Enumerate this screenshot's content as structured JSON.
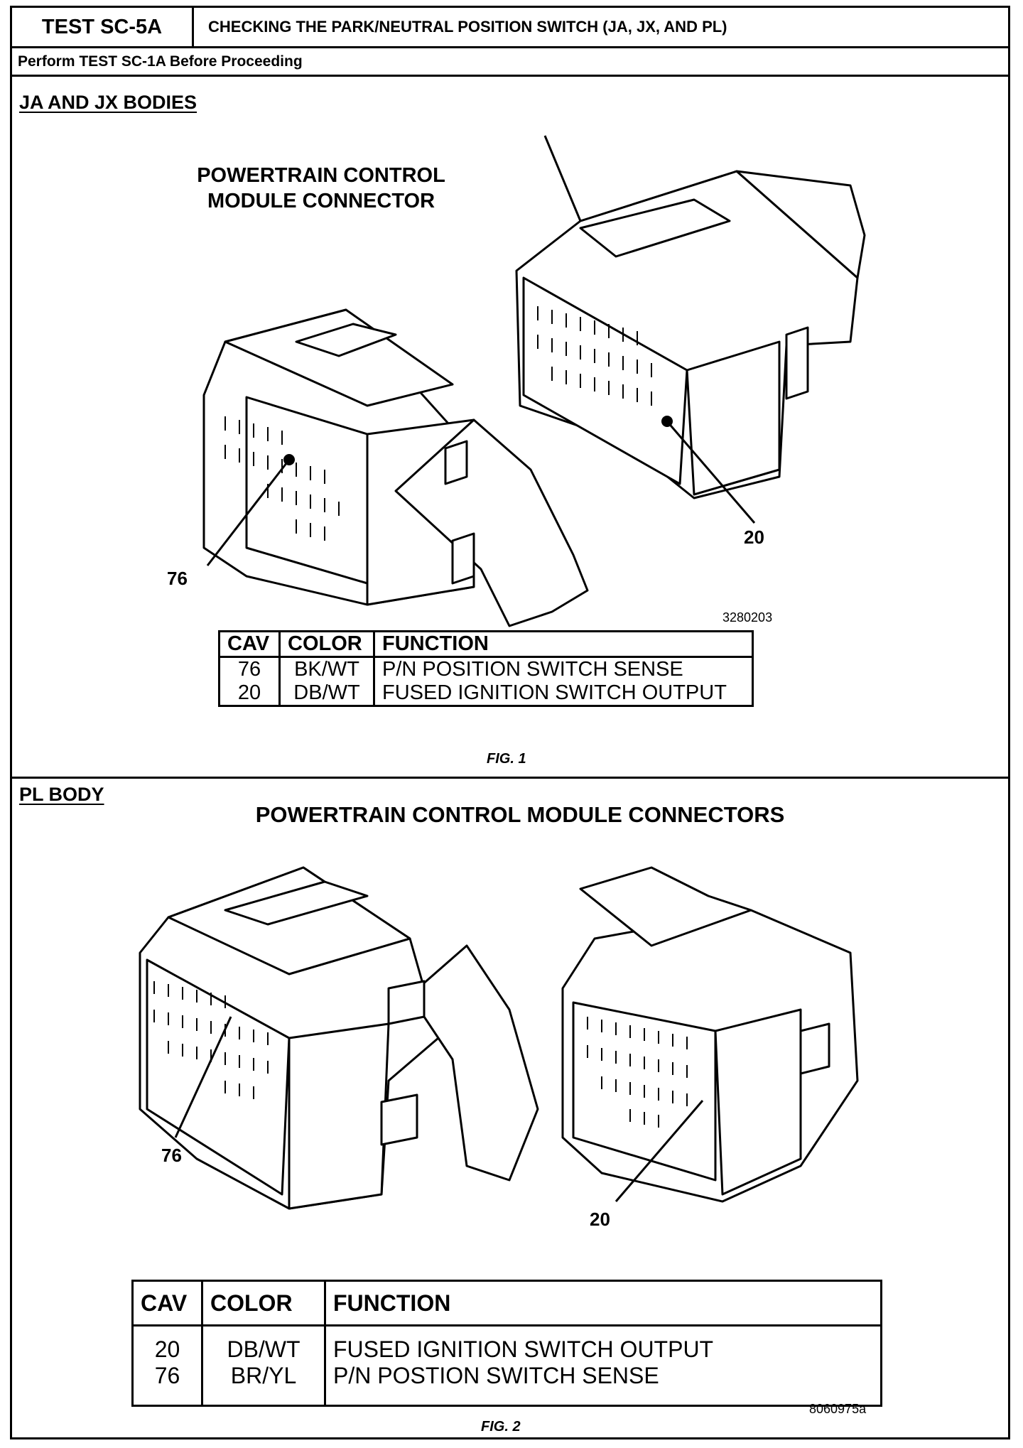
{
  "header": {
    "test_id": "TEST SC-5A",
    "title": "CHECKING THE PARK/NEUTRAL POSITION SWITCH (JA, JX, AND PL)"
  },
  "prerequisite": "Perform TEST SC-1A Before Proceeding",
  "section1": {
    "label": "JA AND JX BODIES",
    "diagram_title_line1": "POWERTRAIN CONTROL",
    "diagram_title_line2": "MODULE CONNECTOR",
    "callout_left": "76",
    "callout_right": "20",
    "figure_code": "3280203",
    "table": {
      "headers": [
        "CAV",
        "COLOR",
        "FUNCTION"
      ],
      "rows": [
        [
          "76",
          "BK/WT",
          "P/N POSITION SWITCH SENSE"
        ],
        [
          "20",
          "DB/WT",
          "FUSED IGNITION SWITCH OUTPUT"
        ]
      ]
    },
    "caption": "FIG. 1"
  },
  "section2": {
    "label": "PL BODY",
    "diagram_title": "POWERTRAIN CONTROL MODULE CONNECTORS",
    "callout_left": "76",
    "callout_right": "20",
    "figure_code": "8060975a",
    "table": {
      "headers": [
        "CAV",
        "COLOR",
        "FUNCTION"
      ],
      "rows": [
        [
          "20",
          "DB/WT",
          "FUSED IGNITION SWITCH OUTPUT"
        ],
        [
          "76",
          "BR/YL",
          "P/N POSTION SWITCH SENSE"
        ]
      ]
    },
    "caption": "FIG. 2"
  }
}
